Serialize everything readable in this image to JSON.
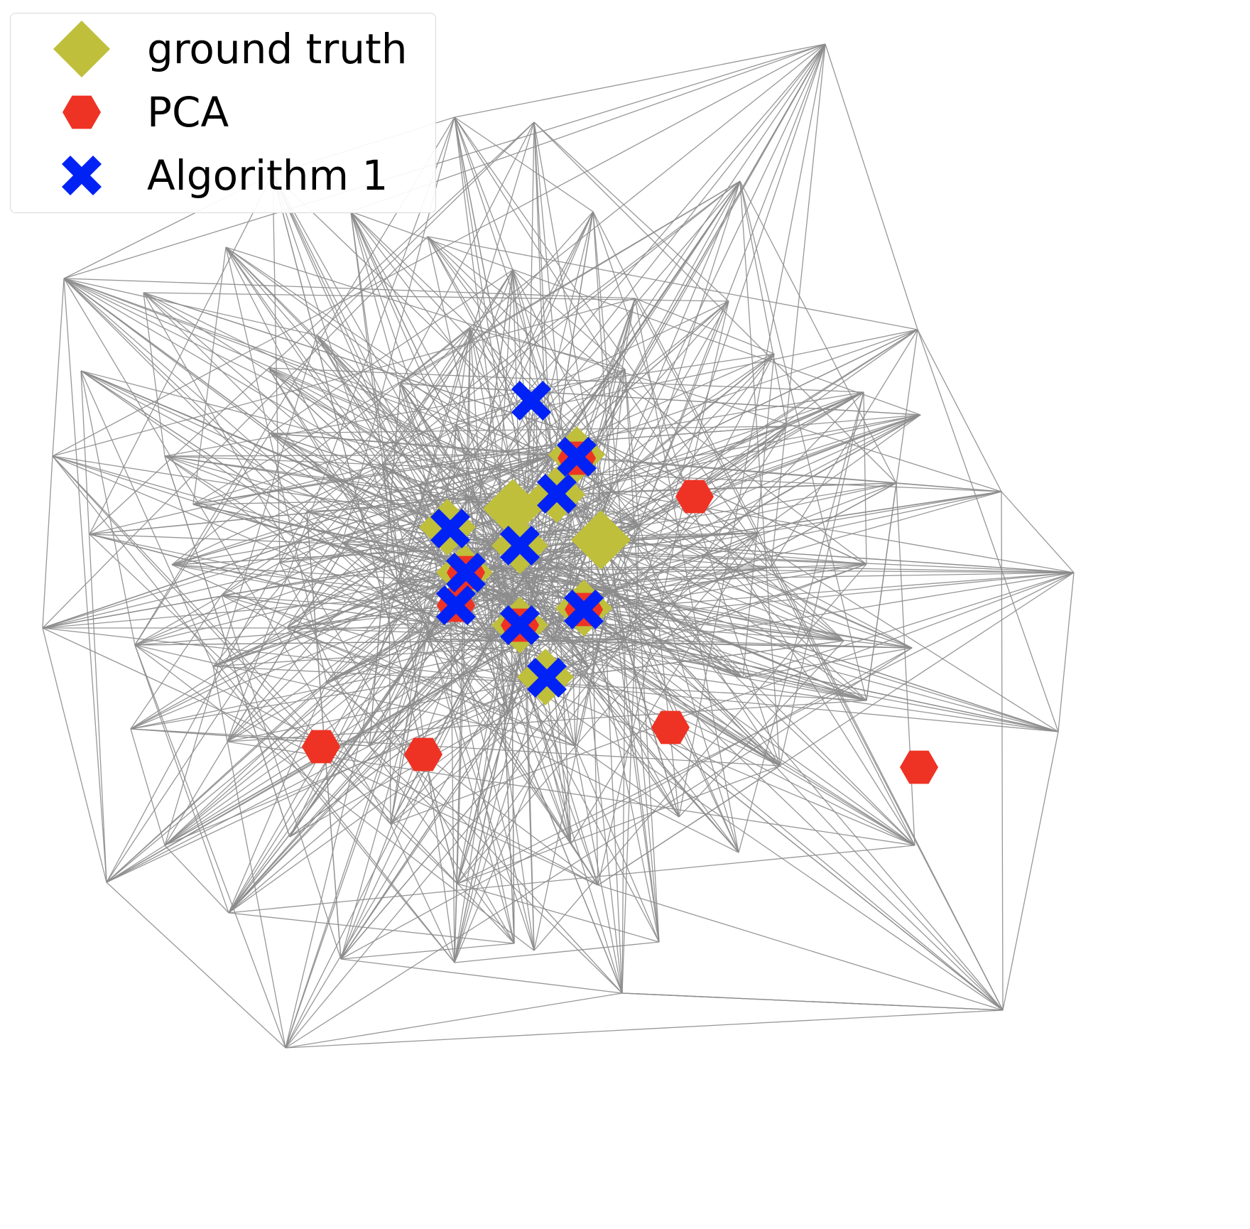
{
  "colors": {
    "edge": "#8c8c8c",
    "ground_truth": "#bfbf3b",
    "pca": "#ee3324",
    "algorithm": "#0022f5"
  },
  "legend": {
    "items": [
      {
        "label": "ground truth",
        "marker": "diamond-icon",
        "color": "#bfbf3b"
      },
      {
        "label": "PCA",
        "marker": "hexagon-icon",
        "color": "#ee3324"
      },
      {
        "label": "Algorithm 1",
        "marker": "x-cross-icon",
        "color": "#0022f5"
      }
    ]
  }
}
